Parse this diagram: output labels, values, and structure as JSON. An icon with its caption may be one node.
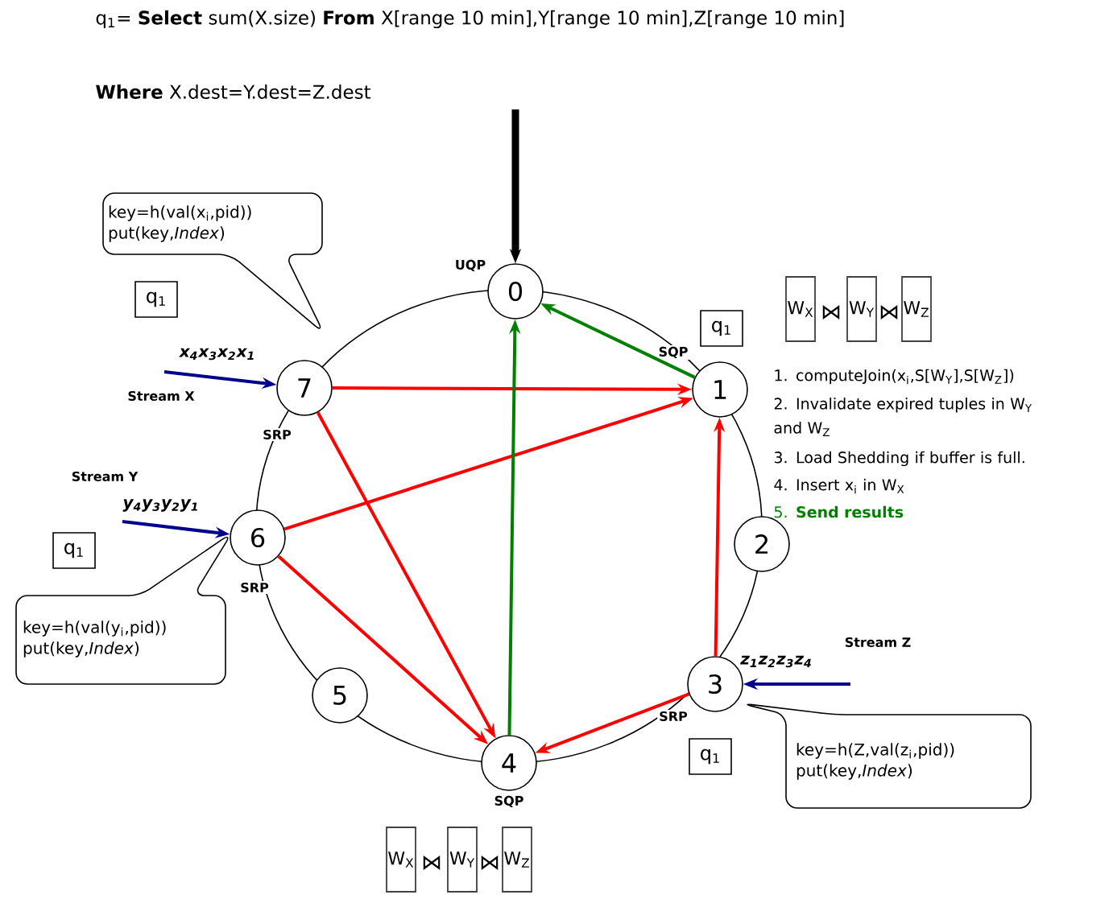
{
  "diagram": {
    "nodes": [
      {
        "text": [
          "0"
        ],
        "beside": [
          "UQP"
        ]
      },
      {
        "text": [
          "1"
        ],
        "beside": [
          "SQP"
        ]
      },
      {
        "text": [
          "2"
        ]
      },
      {
        "text": [
          "3"
        ],
        "beside": [
          "SRP"
        ]
      },
      {
        "text": [
          "4"
        ],
        "beside": [
          "SQP"
        ]
      },
      {
        "text": [
          "5"
        ]
      },
      {
        "text": [
          "6"
        ],
        "beside": [
          "SRP"
        ]
      },
      {
        "text": [
          "7"
        ],
        "beside": [
          "SRP"
        ]
      },
      {
        "text": [
          "q$_{1}$"
        ]
      },
      {
        "text": [
          "q$_{1}$"
        ]
      },
      {
        "text": [
          "q$_{1}$"
        ]
      },
      {
        "text": [
          "q$_{1}$"
        ]
      },
      {
        "text": [
          "W$_{X}$"
        ]
      },
      {
        "text": [
          "W$_{Y}$"
        ]
      },
      {
        "text": [
          "W$_{Z}$"
        ]
      },
      {
        "text": [
          "W$_{X}$"
        ]
      },
      {
        "text": [
          "W$_{Y}$"
        ]
      },
      {
        "text": [
          "W$_{Z}$"
        ]
      },
      {
        "text": [
          "key=h(val(x$_{i}$,pid)) put(key,*Index*)"
        ]
      },
      {
        "text": [
          "key=h(val(y$_{i}$,pid)) put(key,*Index*)"
        ]
      },
      {
        "text": [
          "key=h(Z,val(z$_{i}$,pid)) put(key,*Index*)"
        ]
      }
    ],
    "edges": [
      {
        "from": 7,
        "to": 1,
        "arrow": "to"
      },
      {
        "from": 6,
        "to": 1,
        "arrow": "to"
      },
      {
        "from": 3,
        "to": 1,
        "arrow": "to"
      },
      {
        "from": 7,
        "to": 4,
        "arrow": "to"
      },
      {
        "from": 6,
        "to": 4,
        "arrow": "to"
      },
      {
        "from": 3,
        "to": 4,
        "arrow": "to"
      },
      {
        "from": 4,
        "to": 0,
        "arrow": "to",
        "color": "#008000"
      },
      {
        "from": 1,
        "to": 0,
        "arrow": "to",
        "color": "#008000"
      },
      {
        "from": null,
        "to": 0,
        "arrow": "to",
        "style": "thick",
        "color": "#000000"
      },
      {
        "from": null,
        "to": 7,
        "arrow": "to",
        "label": "x$_{4}$x$_{3}$x$_{2}$x$_{1}$",
        "color": "#00008b"
      },
      {
        "from": null,
        "to": 6,
        "arrow": "to",
        "label": "y$_{4}$y$_{3}$y$_{2}$y$_{1}$",
        "color": "#00008b"
      },
      {
        "from": null,
        "to": 3,
        "arrow": "to",
        "label": "z$_{1}$z$_{2}$z$_{3}$z$_{4}$",
        "color": "#00008b"
      }
    ],
    "labels": [
      "q$_{1}$= **Select** sum(X.size) **From** X[range 10 min],Y[range 10 min],Z[range 10 min]",
      "**Where** X.dest=Y.dest=Z.dest",
      "Stream X",
      "Stream Y",
      "Stream Z",
      "1. computeJoin(x$_{i}$,S[W$_{Y}$],S[W$_{Z}$])",
      "2. Invalidate expired tuples in W$_{Y}$ and W$_{Z}$",
      "3. Load Shedding if buffer is full.",
      "4. Insert x$_{i}$ in W$_{X}$",
      "5. **Send results**",
      "⋈",
      "⋈",
      "⋈",
      "⋈"
    ]
  }
}
